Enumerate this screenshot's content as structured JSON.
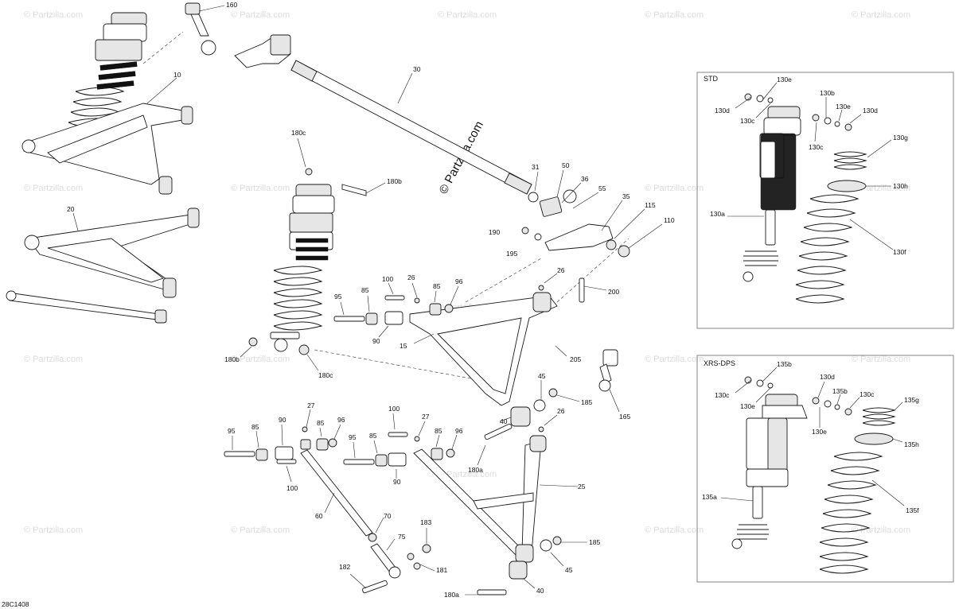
{
  "watermark": "© Partzilla.com",
  "vertical_watermark": "© Partzilla.com",
  "diagram_code": "28C1408",
  "panels": {
    "std": {
      "title": "STD"
    },
    "xrs": {
      "title": "XRS-DPS"
    }
  },
  "callouts": {
    "c10": "10",
    "c20": "20",
    "c30": "30",
    "c160": "160",
    "c180c_top": "180c",
    "c180b_top": "180b",
    "c180b_bot": "180b",
    "c180c_bot": "180c",
    "c31": "31",
    "c50": "50",
    "c36": "36",
    "c55": "55",
    "c35": "35",
    "c115": "115",
    "c110": "110",
    "c190": "190",
    "c195": "195",
    "c200": "200",
    "c26a": "26",
    "c26b": "26",
    "c26c": "26",
    "c95a": "95",
    "c85a": "85",
    "c100a": "100",
    "c85b": "85",
    "c96a": "96",
    "c90a": "90",
    "c15": "15",
    "c205": "205",
    "c165": "165",
    "c45a": "45",
    "c185a": "185",
    "c40a": "40",
    "c180a_mid": "180a",
    "c95b": "95",
    "c85c": "85",
    "c90b": "90",
    "c27a": "27",
    "c85d": "85",
    "c96b": "96",
    "c100b": "100",
    "c95c": "95",
    "c85e": "85",
    "c100c": "100",
    "c27b": "27",
    "c85f": "85",
    "c96c": "96",
    "c90c": "90",
    "c25": "25",
    "c60": "60",
    "c70": "70",
    "c75": "75",
    "c183": "183",
    "c181": "181",
    "c182": "182",
    "c185b": "185",
    "c45b": "45",
    "c40b": "40",
    "c180a_bot": "180a",
    "c130e_a": "130e",
    "c130d_a": "130d",
    "c130c_a": "130c",
    "c130b": "130b",
    "c130e_b": "130e",
    "c130d_b": "130d",
    "c130c_b": "130c",
    "c130g": "130g",
    "c130h": "130h",
    "c130a": "130a",
    "c130f": "130f",
    "c135b_a": "135b",
    "c130c_x1": "130c",
    "c130e_x1": "130e",
    "c130d_x": "130d",
    "c135b_b": "135b",
    "c130c_x2": "130c",
    "c130e_x2": "130e",
    "c135g": "135g",
    "c135h": "135h",
    "c135a": "135a",
    "c135f": "135f"
  }
}
